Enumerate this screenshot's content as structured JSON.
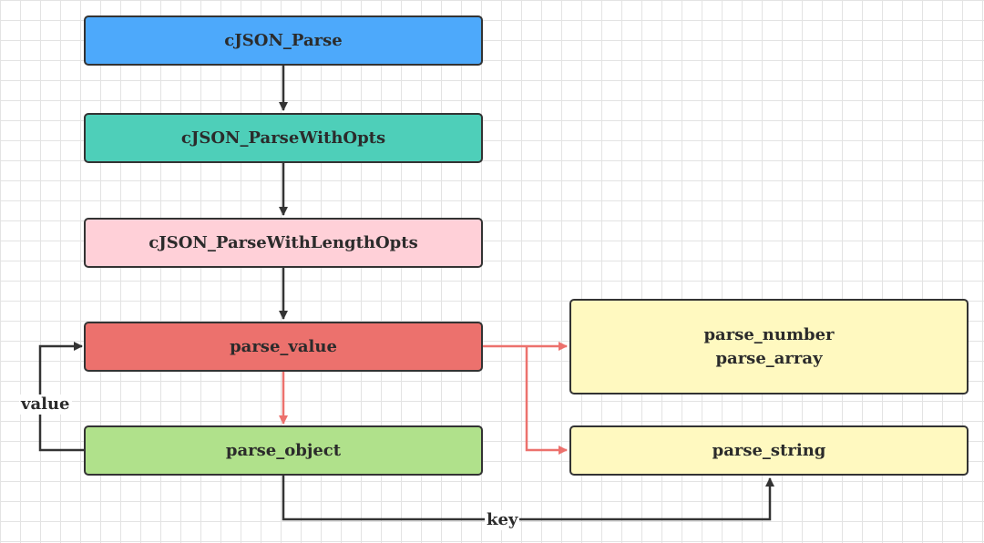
{
  "colors": {
    "parse": "#4da9fb",
    "parse_with_opts": "#4ecfb9",
    "parse_with_length_opts": "#ffd0d8",
    "parse_value": "#ec716d",
    "parse_object": "#b0e18b",
    "leaf_nodes": "#fff9c0",
    "arrow_dark": "#333333",
    "arrow_red": "#ec716d"
  },
  "nodes": {
    "parse": "cJSON_Parse",
    "parse_with_opts": "cJSON_ParseWithOpts",
    "parse_with_length_opts": "cJSON_ParseWithLengthOpts",
    "parse_value": "parse_value",
    "parse_object": "parse_object",
    "number_array": [
      "parse_number",
      "parse_array"
    ],
    "parse_string": "parse_string"
  },
  "edges": [
    {
      "from": "cJSON_Parse",
      "to": "cJSON_ParseWithOpts",
      "label": ""
    },
    {
      "from": "cJSON_ParseWithOpts",
      "to": "cJSON_ParseWithLengthOpts",
      "label": ""
    },
    {
      "from": "cJSON_ParseWithLengthOpts",
      "to": "parse_value",
      "label": ""
    },
    {
      "from": "parse_value",
      "to": "parse_object",
      "label": ""
    },
    {
      "from": "parse_value",
      "to": "parse_number / parse_array",
      "label": ""
    },
    {
      "from": "parse_value",
      "to": "parse_string",
      "label": ""
    },
    {
      "from": "parse_object",
      "to": "parse_value",
      "label": "value"
    },
    {
      "from": "parse_object",
      "to": "parse_string",
      "label": "key"
    }
  ],
  "edge_labels": {
    "value": "value",
    "key": "key"
  }
}
